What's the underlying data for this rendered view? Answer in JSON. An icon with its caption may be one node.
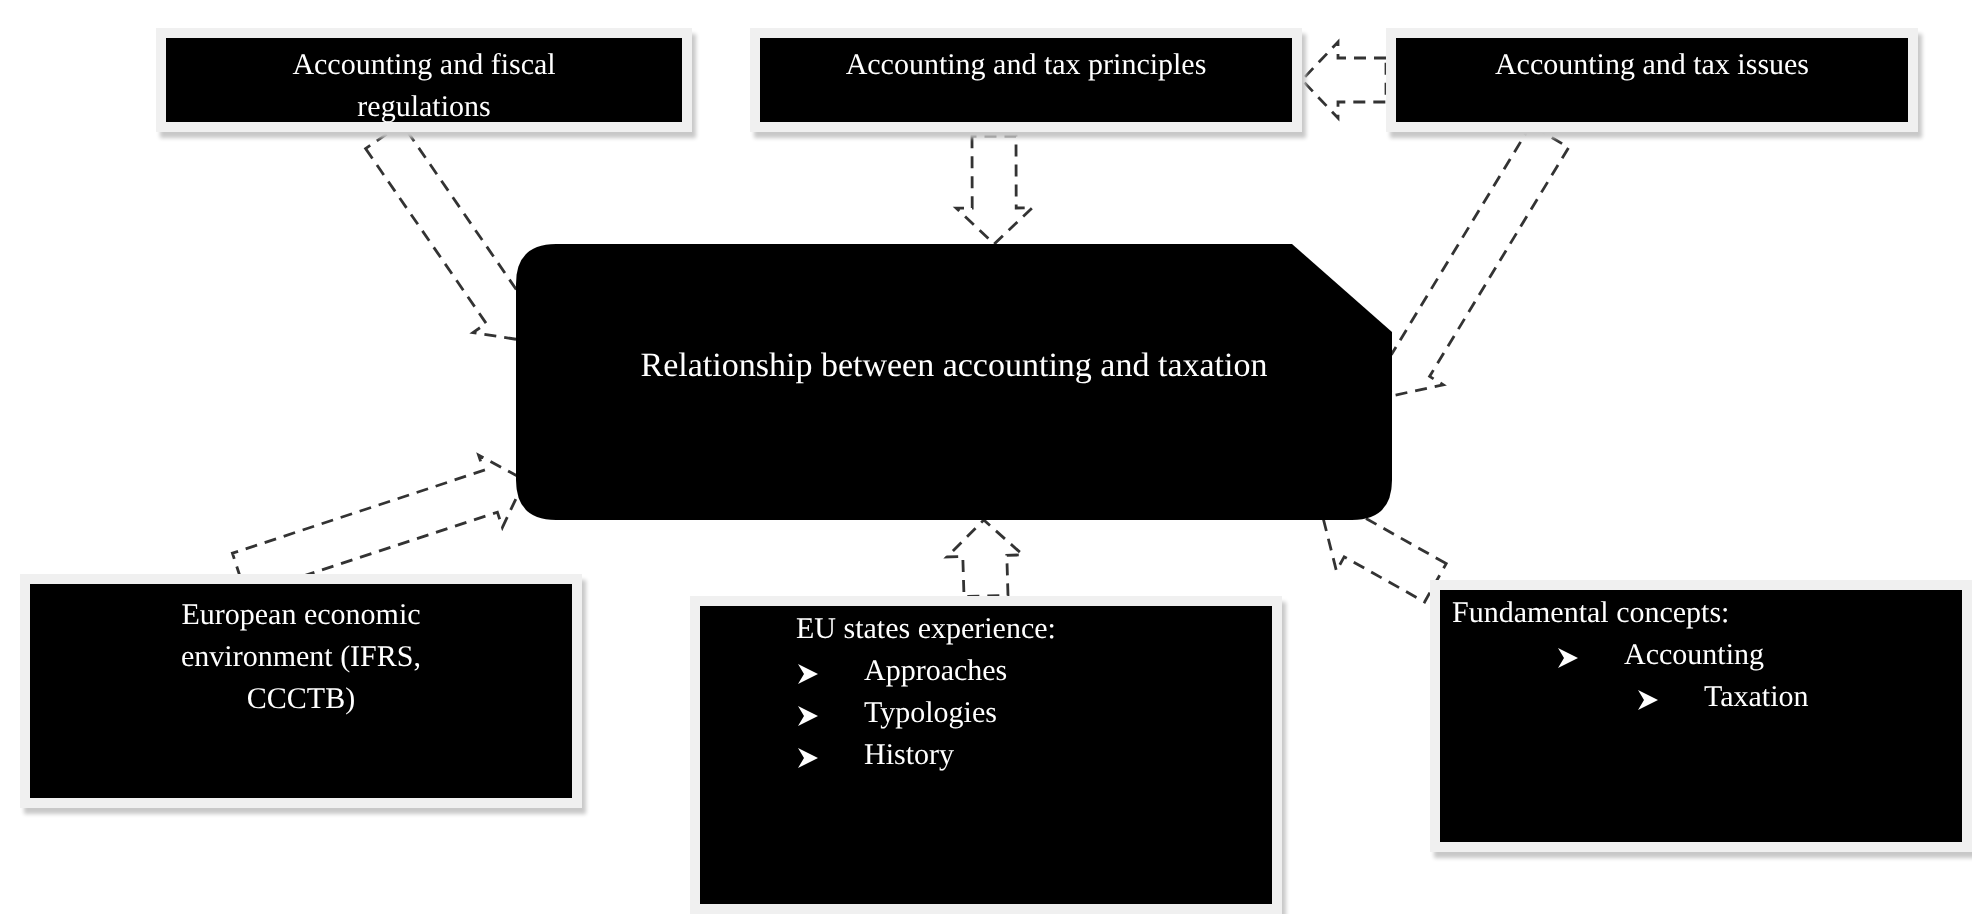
{
  "diagram": {
    "nodes": [
      {
        "text": [
          "Accounting and fiscal regulations"
        ]
      },
      {
        "text": [
          "Accounting and tax principles"
        ]
      },
      {
        "text": [
          "Accounting and tax issues"
        ]
      },
      {
        "text": [
          "Relationship between accounting and taxation"
        ]
      },
      {
        "text": [
          "European economic environment (IFRS, CCCTB)"
        ]
      },
      {
        "text": [
          "EU states experience:",
          "Approaches",
          "Typologies",
          "History"
        ]
      },
      {
        "text": [
          "Fundamental concepts:",
          "Accounting",
          "Taxation"
        ]
      }
    ],
    "edges": [
      {
        "from": 0,
        "to": 3,
        "arrow": "to",
        "style": "dashed"
      },
      {
        "from": 1,
        "to": 3,
        "arrow": "to",
        "style": "dashed"
      },
      {
        "from": 2,
        "to": 1,
        "arrow": "to",
        "style": "dashed"
      },
      {
        "from": 2,
        "to": 3,
        "arrow": "to",
        "style": "dashed"
      },
      {
        "from": 4,
        "to": 3,
        "arrow": "to",
        "style": "dashed"
      },
      {
        "from": 5,
        "to": 3,
        "arrow": "to",
        "style": "dashed"
      },
      {
        "from": 6,
        "to": 3,
        "arrow": "to",
        "style": "dashed"
      }
    ]
  }
}
